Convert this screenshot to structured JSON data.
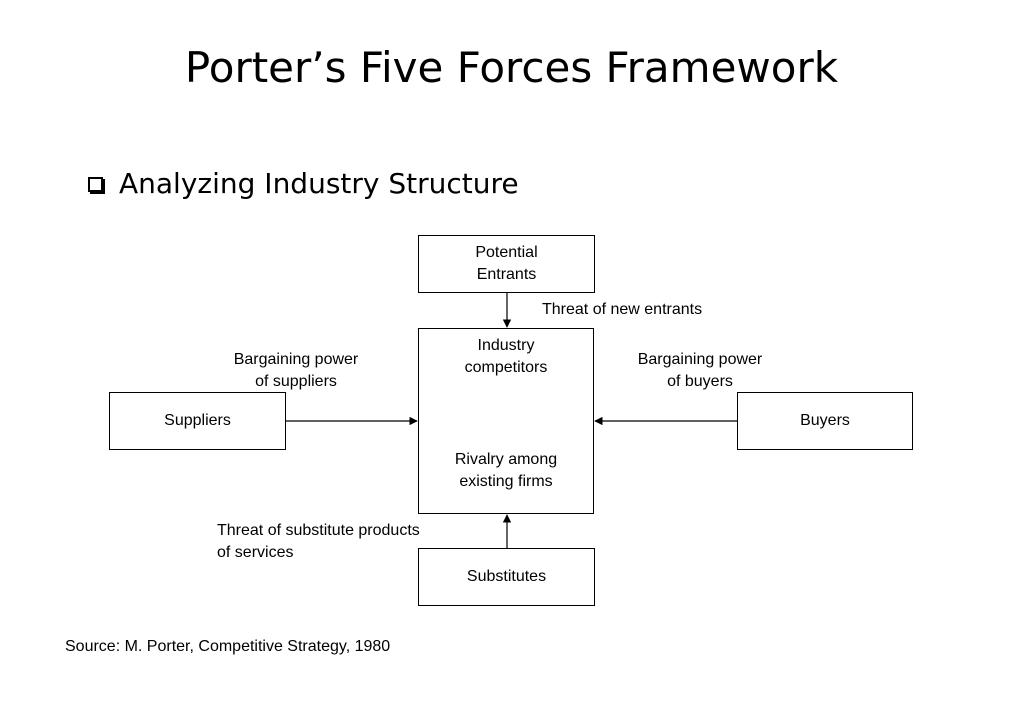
{
  "title": "Porter’s Five Forces Framework",
  "bullet": "Analyzing Industry Structure",
  "nodes": {
    "potential_entrants": [
      "Potential",
      "Entrants"
    ],
    "suppliers": "Suppliers",
    "buyers": "Buyers",
    "substitutes": "Substitutes",
    "center_top": [
      "Industry",
      "competitors"
    ],
    "center_bottom": [
      "Rivalry among",
      "existing firms"
    ]
  },
  "edge_labels": {
    "new_entrants": "Threat of new entrants",
    "suppliers_power": [
      "Bargaining power",
      "of suppliers"
    ],
    "buyers_power": [
      "Bargaining power",
      "of buyers"
    ],
    "substitutes_threat": [
      "Threat of substitute products",
      "of services"
    ]
  },
  "source": "Source: M. Porter, Competitive Strategy, 1980"
}
